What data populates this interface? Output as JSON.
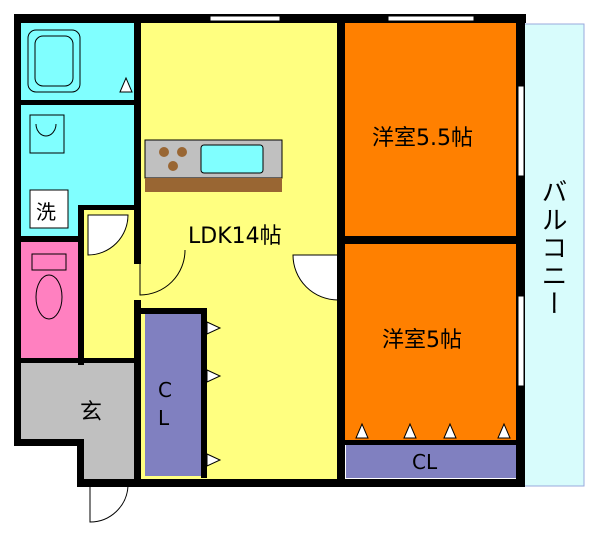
{
  "floorplan": {
    "rooms": {
      "ldk": "LDK14帖",
      "western_room_large": "洋室5.5帖",
      "western_room_small": "洋室5帖",
      "closet_left": "C\nL",
      "closet_bottom": "CL",
      "entrance": "玄",
      "balcony": "バルコニー",
      "washer": "洗"
    },
    "colors": {
      "wall": "#000000",
      "ldk": "#ffff80",
      "western": "#ff8000",
      "wet": "#80ffff",
      "toilet": "#ff80c0",
      "closet": "#8080c0",
      "entrance": "#c0c0c0",
      "balcony": "#d8fcfc",
      "kitchen_counter": "#996633",
      "kitchen_top": "#c0c0c0"
    }
  }
}
